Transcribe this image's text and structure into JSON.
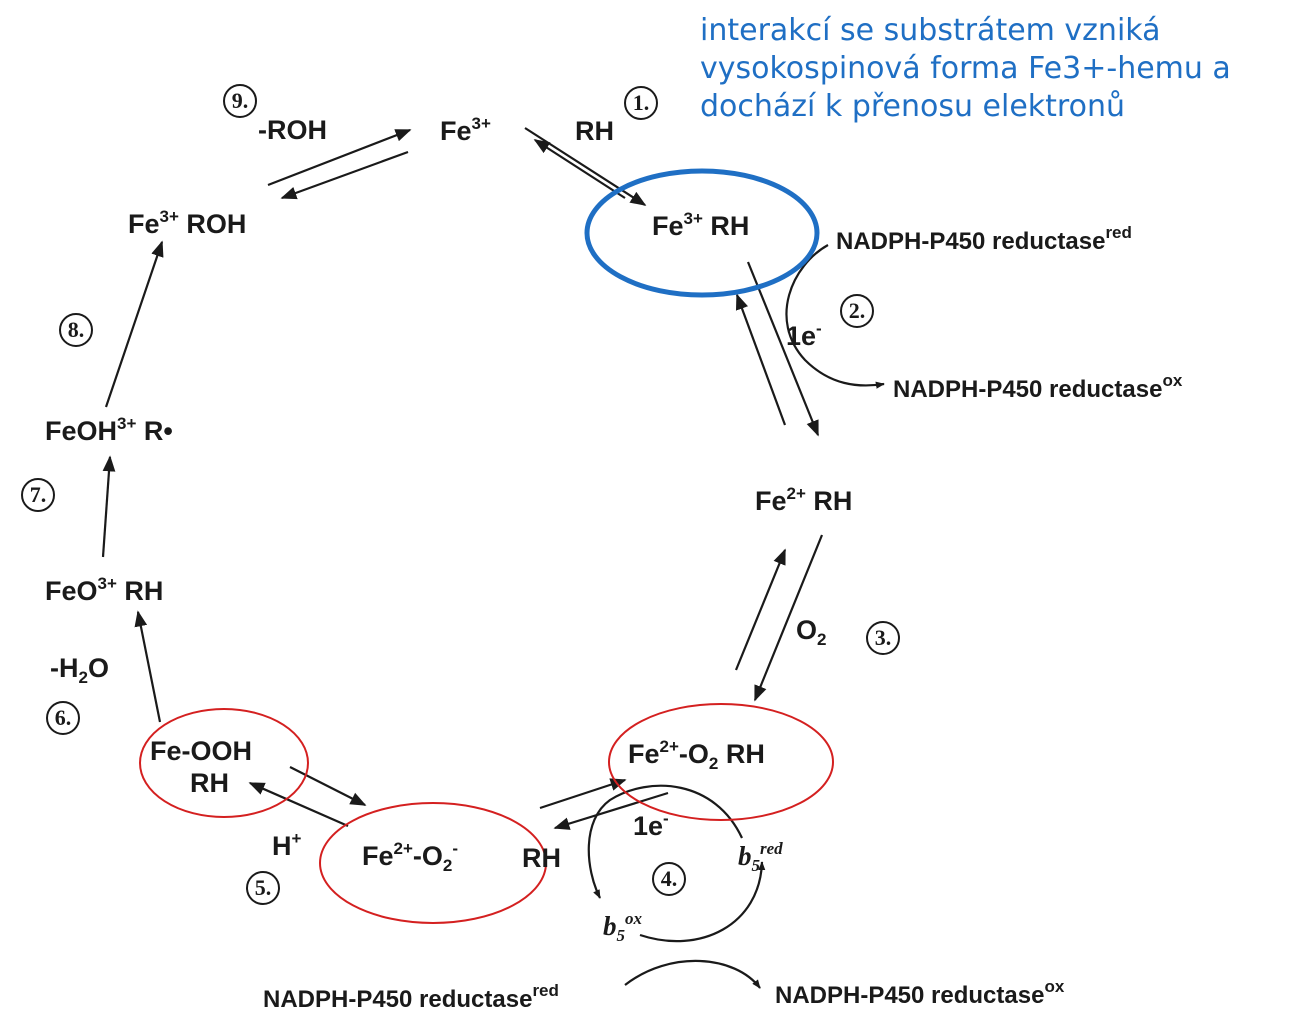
{
  "note": {
    "lines": [
      "interakcí se substrátem vzniká",
      "vysokospinová forma Fe3+-hemu a",
      "dochází k přenosu elektronů"
    ],
    "color": "#1f6fc4"
  },
  "steps": [
    "1.",
    "2.",
    "3.",
    "4.",
    "5.",
    "6.",
    "7.",
    "8.",
    "9."
  ],
  "species": {
    "fe3_top": {
      "main": "Fe",
      "sup": "3+"
    },
    "rh_top": "RH",
    "fe3_rh": {
      "main": "Fe",
      "sup": "3+",
      "tail": " RH"
    },
    "fe2_rh": {
      "main": "Fe",
      "sup": "2+",
      "tail": " RH"
    },
    "fe2_o2_rh": {
      "main": "Fe",
      "sup": "2+",
      "mid": "-O",
      "sub": "2",
      "tail": " RH"
    },
    "fe2_o2m": {
      "main": "Fe",
      "sup": "2+",
      "mid": "-O",
      "sub": "2",
      "sup2": "-"
    },
    "rh_bottom": "RH",
    "feooh": "Fe-OOH",
    "feooh_rh": "RH",
    "feo3_rh": {
      "main": "FeO",
      "sup": "3+",
      "tail": " RH"
    },
    "feoh3_r": {
      "main": "FeOH",
      "sup": "3+",
      "tail": " R•"
    },
    "fe3_roh": {
      "main": "Fe",
      "sup": "3+",
      "tail": " ROH"
    }
  },
  "reagents": {
    "minus_roh": "-ROH",
    "o2": {
      "main": "O",
      "sub": "2"
    },
    "minus_h2o": {
      "pre": "-H",
      "sub": "2",
      "post": "O"
    },
    "h_plus": {
      "main": "H",
      "sup": "+"
    },
    "e1_step2": {
      "main": "1e",
      "sup": "-"
    },
    "e1_step4": {
      "main": "1e",
      "sup": "-"
    },
    "b5_red": {
      "main": "b",
      "sub": "5",
      "sup": "red"
    },
    "b5_ox": {
      "main": "b",
      "sub": "5",
      "sup": "ox"
    },
    "nadph_red_top": {
      "main": "NADPH-P450 reductase",
      "sup": "red"
    },
    "nadph_ox_top": {
      "main": "NADPH-P450 reductase",
      "sup": "ox"
    },
    "nadph_red_bottom": {
      "main": "NADPH-P450 reductase",
      "sup": "red"
    },
    "nadph_ox_bottom": {
      "main": "NADPH-P450 reductase",
      "sup": "ox"
    }
  },
  "colors": {
    "ink": "#1a1a1a",
    "highlight_blue": "#1f6fc4",
    "highlight_red": "#d42020"
  }
}
